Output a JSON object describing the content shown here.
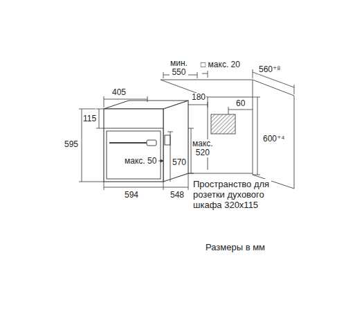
{
  "diagram": {
    "caption": "Размеры в мм",
    "labels": [
      "мин. 550",
      "□ макс. 20",
      "560⁺⁸",
      "405",
      "180",
      "60",
      "115",
      "595",
      "макс. 520",
      "600⁺⁴",
      "570",
      "макс. 50",
      "594",
      "548",
      "Пространство для розетки духового шкафа 320x115"
    ]
  }
}
